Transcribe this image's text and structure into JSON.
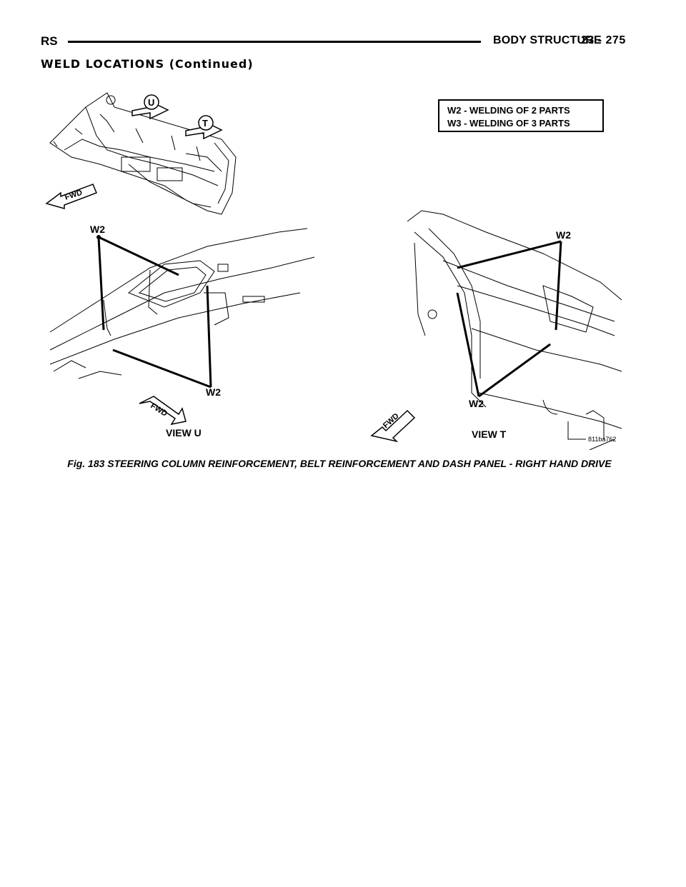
{
  "header": {
    "left": "RS",
    "title": "BODY STRUCTURE",
    "page": "23 - 275"
  },
  "section_title": "WELD LOCATIONS (Continued)",
  "legend": {
    "line1": "W2 - WELDING OF 2 PARTS",
    "line2": "W3 - WELDING OF 3 PARTS"
  },
  "figure": {
    "arrow_u": "U",
    "arrow_t": "T",
    "fwd": "FWD",
    "weld_label": "W2",
    "view_u": "VIEW U",
    "view_t": "VIEW T",
    "fig_id": "811ba762"
  },
  "caption": "Fig. 183 STEERING COLUMN REINFORCEMENT, BELT REINFORCEMENT AND DASH PANEL - RIGHT HAND DRIVE"
}
